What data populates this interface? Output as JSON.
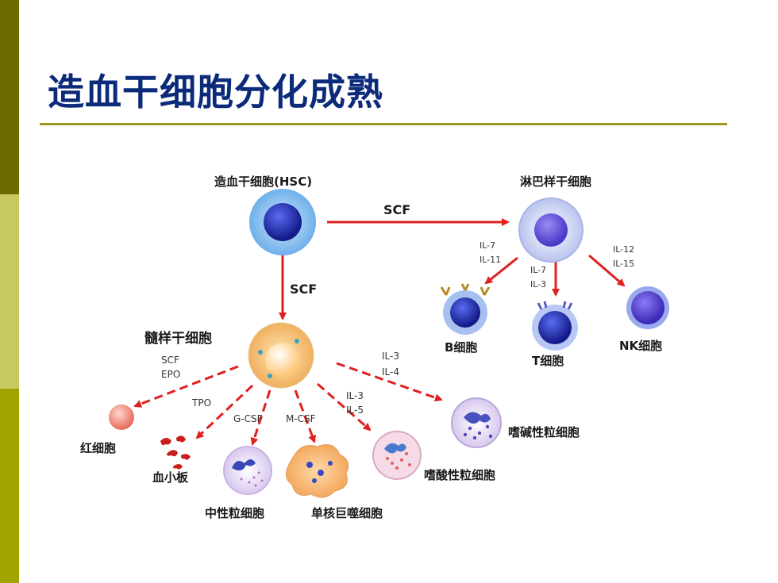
{
  "slide": {
    "title": "造血干细胞分化成熟"
  },
  "colors": {
    "sidebar_dark": "#6b6b00",
    "sidebar_light": "#c8c860",
    "sidebar_mid": "#a3a300",
    "title": "#0b2a7a",
    "arrow": "#e02020"
  },
  "diagram": {
    "hsc": "造血干细胞(HSC)",
    "lymphoid_stem": "淋巴样干细胞",
    "myeloid_stem": "髓样干细胞",
    "scf_right": "SCF",
    "scf_down": "SCF",
    "il7_il11_a": "IL-7",
    "il7_il11_b": "IL-11",
    "il7_il3_a": "IL-7",
    "il7_il3_b": "IL-3",
    "il12_il15_a": "IL-12",
    "il12_il15_b": "IL-15",
    "b_cell": "B细胞",
    "t_cell": "T细胞",
    "nk_cell": "NK细胞",
    "scf_epo_a": "SCF",
    "scf_epo_b": "EPO",
    "tpo": "TPO",
    "gcsf": "G-CSF",
    "mcsf": "M-CSF",
    "il3_il5_a": "IL-3",
    "il3_il5_b": "IL-5",
    "il3_il4_a": "IL-3",
    "il3_il4_b": "IL-4",
    "rbc": "红细胞",
    "platelet": "血小板",
    "neutrophil": "中性粒细胞",
    "monocyte_macrophage": "单核巨噬细胞",
    "eosinophil": "嗜酸性粒细胞",
    "basophil": "嗜碱性粒细胞"
  }
}
